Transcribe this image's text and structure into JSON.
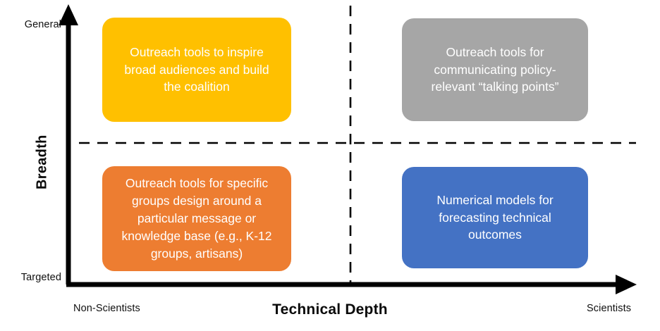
{
  "axes": {
    "y": {
      "title": "Breadth",
      "high_label": "General",
      "low_label": "Targeted"
    },
    "x": {
      "title": "Technical Depth",
      "low_label": "Non-Scientists",
      "high_label": "Scientists"
    }
  },
  "colors": {
    "general_nonscientists": "#FFC000",
    "general_scientists": "#A6A6A6",
    "targeted_nonscientists": "#ED7D31",
    "targeted_scientists": "#4472C4",
    "axis": "#000000",
    "divider": "#000000",
    "card_text": "#FFFFFF"
  },
  "quadrants": [
    {
      "id": "general-nonscientists",
      "text": "Outreach tools to inspire\nbroad audiences and build\nthe coalition"
    },
    {
      "id": "general-scientists",
      "text": "Outreach tools for\ncommunicating policy-\nrelevant “talking points”"
    },
    {
      "id": "targeted-nonscientists",
      "text": "Outreach tools for specific\ngroups design around a\nparticular message or\nknowledge base (e.g., K-12\ngroups, artisans)"
    },
    {
      "id": "targeted-scientists",
      "text": "Numerical models for\nforecasting technical\noutcomes"
    }
  ],
  "chart_data": {
    "type": "table",
    "title": "Technical Depth vs. Breadth quadrant matrix",
    "xlabel": "Technical Depth",
    "ylabel": "Breadth",
    "x_axis_ticks": [
      "Non-Scientists",
      "Scientists"
    ],
    "y_axis_ticks": [
      "Targeted",
      "General"
    ],
    "grid": false,
    "legend": "none",
    "cells": [
      {
        "x": "Non-Scientists",
        "y": "General",
        "color": "#FFC000",
        "label": "Outreach tools to inspire broad audiences and build the coalition"
      },
      {
        "x": "Scientists",
        "y": "General",
        "color": "#A6A6A6",
        "label": "Outreach tools for communicating policy-relevant “talking points”"
      },
      {
        "x": "Non-Scientists",
        "y": "Targeted",
        "color": "#ED7D31",
        "label": "Outreach tools for specific groups design around a particular message or knowledge base (e.g., K-12 groups, artisans)"
      },
      {
        "x": "Scientists",
        "y": "Targeted",
        "color": "#4472C4",
        "label": "Numerical models for forecasting technical outcomes"
      }
    ]
  }
}
